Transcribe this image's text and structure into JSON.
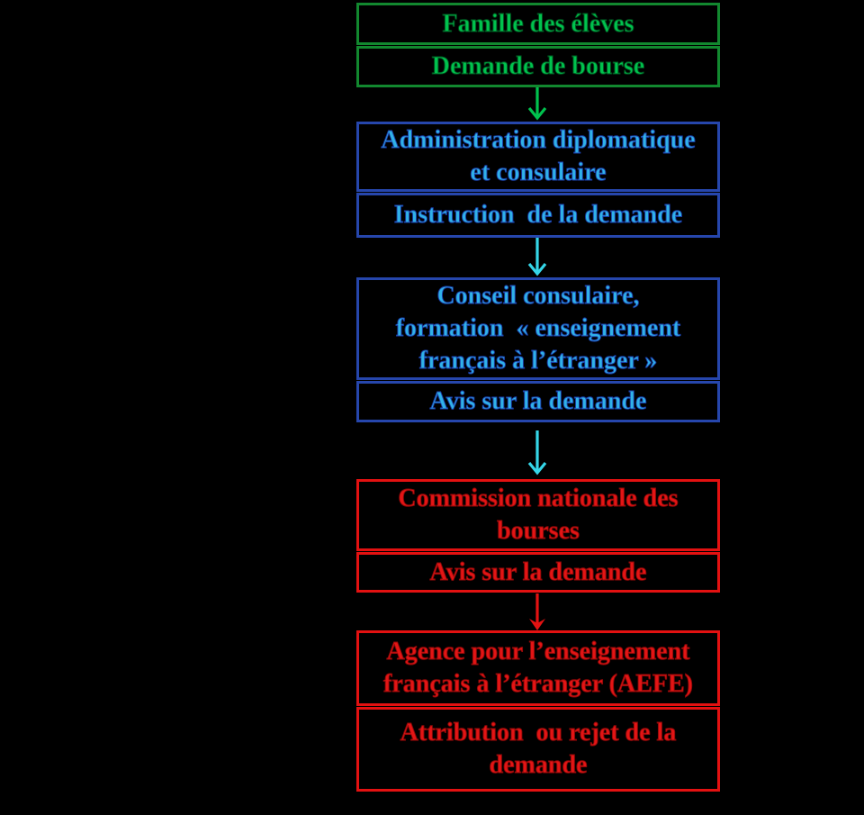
{
  "page": {
    "background_color": "#000000"
  },
  "flow": {
    "boxes": [
      {
        "title": "Famille des élèves",
        "subtitle": "Demande de bourse",
        "border_color": "#12882f",
        "text_color": "#00c24e",
        "text_outline_color": "#00531f"
      },
      {
        "title": "Administration diplomatique\net consulaire",
        "subtitle": "Instruction  de la demande",
        "border_color": "#2646ac",
        "text_color": "#30b2e8",
        "text_outline_color": "#1b3da6"
      },
      {
        "title": "Conseil consulaire,\nformation  « enseignement\nfrançais à l’étranger »",
        "subtitle": "Avis sur la demande",
        "border_color": "#2646ac",
        "text_color": "#30b2e8",
        "text_outline_color": "#1b3da6"
      },
      {
        "title": "Commission nationale des\nbourses",
        "subtitle": "Avis sur la demande",
        "border_color": "#e31111",
        "text_color": "#e31515",
        "text_outline_color": "#8f0909"
      },
      {
        "title": "Agence pour l’enseignement\nfrançais à l’étranger (AEFE)",
        "subtitle": "Attribution  ou rejet de la\ndemande",
        "border_color": "#e31111",
        "text_color": "#e31515",
        "text_outline_color": "#8f0909"
      }
    ],
    "arrows": [
      {
        "color": "#00c24e",
        "head": "open"
      },
      {
        "color": "#35d6e8",
        "head": "open"
      },
      {
        "color": "#35d6e8",
        "head": "open"
      },
      {
        "color": "#e31212",
        "head": "filled"
      }
    ]
  }
}
